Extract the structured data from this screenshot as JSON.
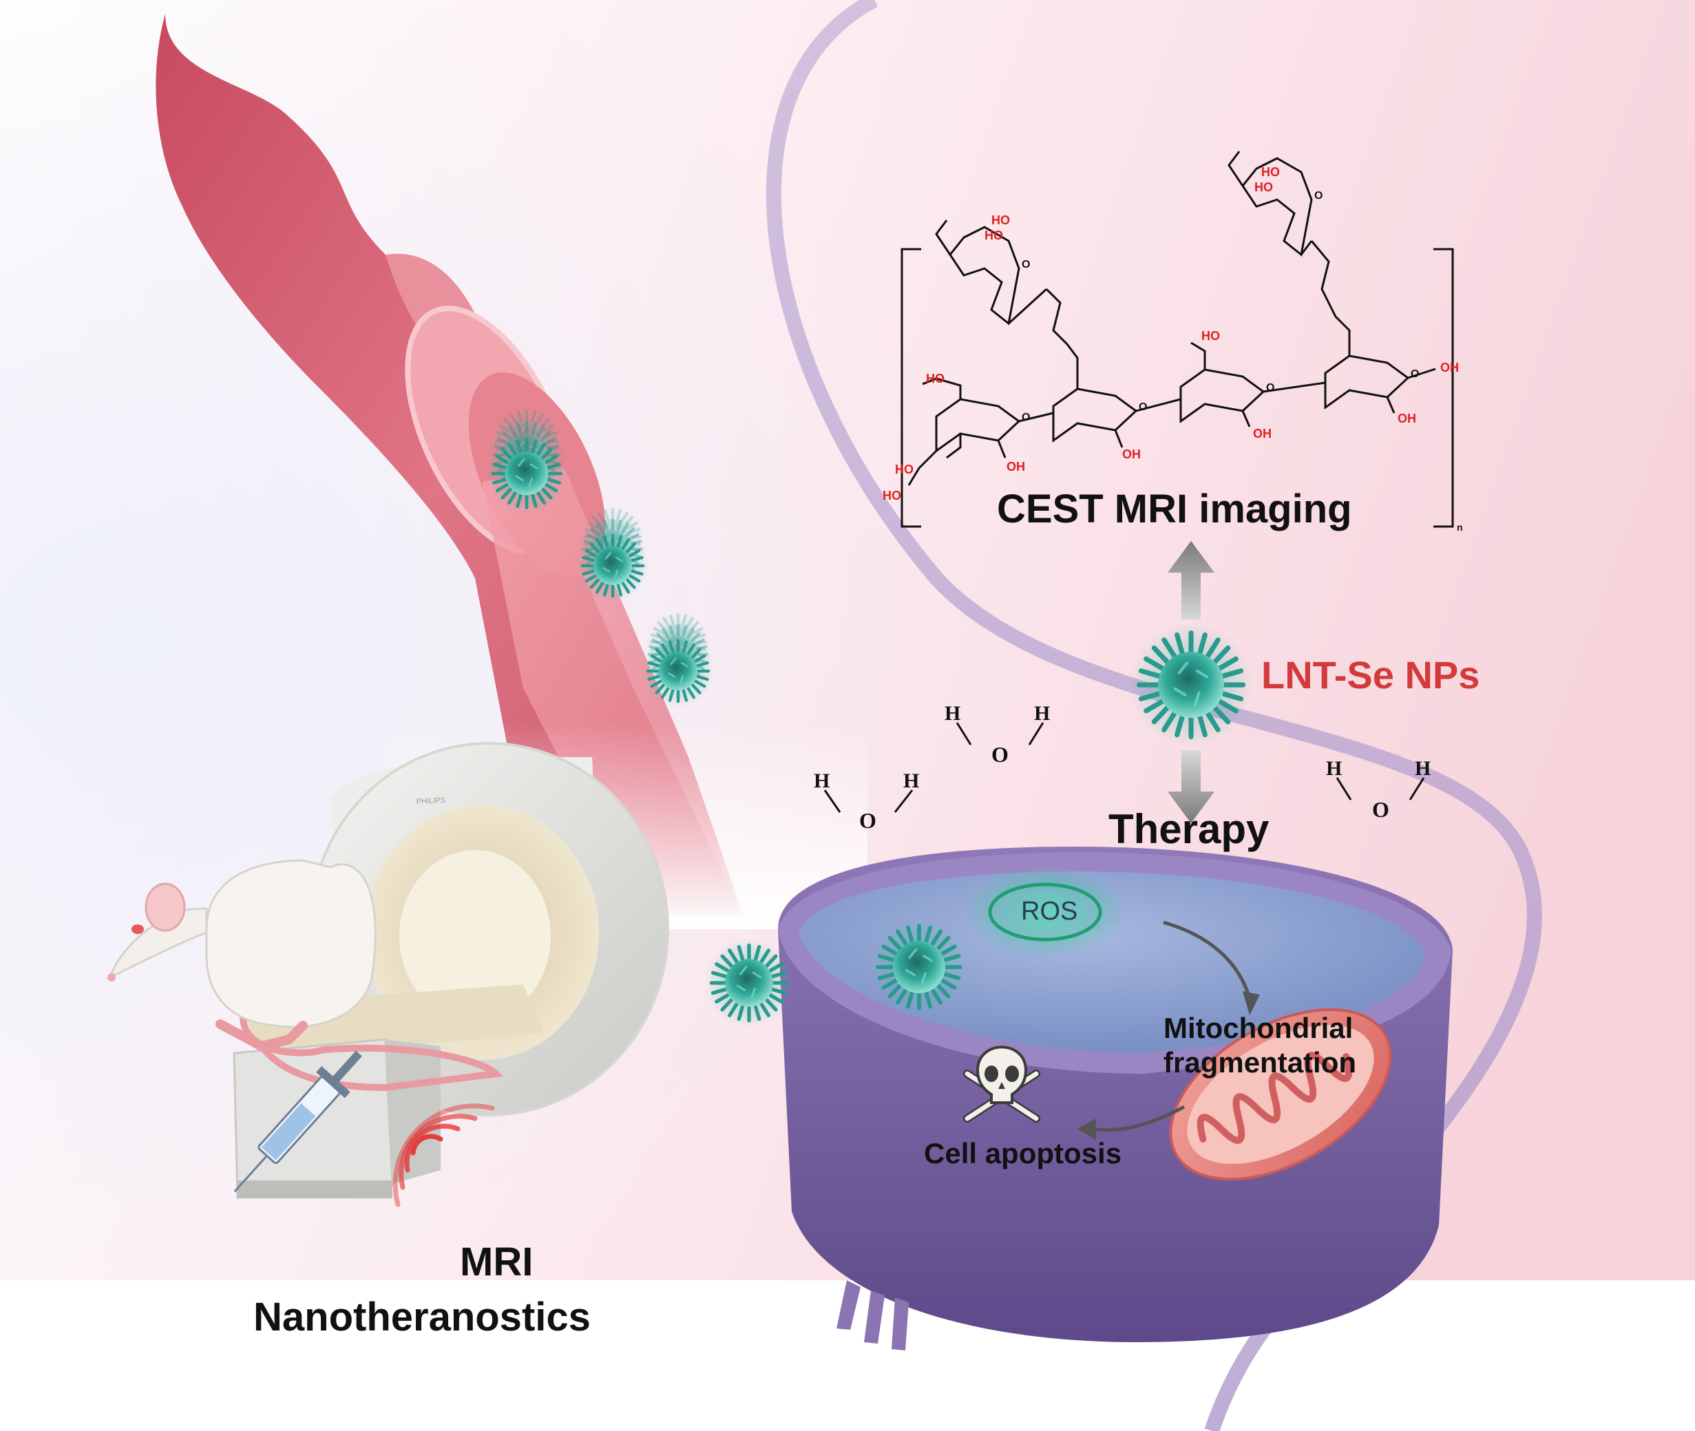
{
  "labels": {
    "cest_title": "CEST MRI imaging",
    "nanoparticle": "LNT-Se NPs",
    "therapy": "Therapy",
    "ros": "ROS",
    "mito_line1": "Mitochondrial",
    "mito_line2": "fragmentation",
    "apoptosis": "Cell apoptosis",
    "mri_line1": "MRI",
    "mri_line2": "Nanotheranostics",
    "scanner_brand": "PHILIPS"
  },
  "molecule": {
    "hydroxyl": "HO",
    "hydroxyl_right": "OH",
    "ring_oxygen": "O",
    "repeat_subscript": "n"
  },
  "water": {
    "hydrogen": "H",
    "oxygen": "O"
  },
  "icons": {
    "nanoparticle": "spiky-nanoparticle-icon",
    "skull": "skull-crossbones-icon",
    "syringe": "syringe-icon",
    "mouse": "mouse-icon",
    "mri_scanner": "mri-scanner-icon",
    "signal": "radio-signal-icon",
    "mitochondrion": "mitochondrion-icon",
    "cell": "cell-icon",
    "blood_vessel": "blood-vessel-icon"
  },
  "colors": {
    "nanoparticle_label": "#d33a3a",
    "hydroxyl": "#e02020",
    "vessel": "#d65a70",
    "cell_membrane": "#7d62a6",
    "cytoplasm": "#7f97c9",
    "nanoparticle": "#27a79a",
    "ros_glow": "#3cc8a8",
    "signal": "#e53030"
  }
}
